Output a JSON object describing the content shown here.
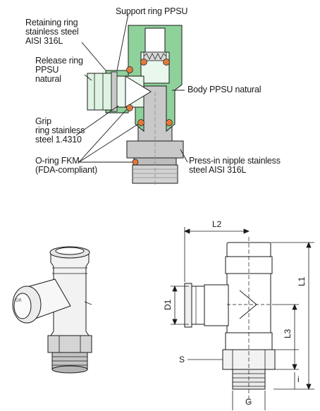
{
  "labels": {
    "support_ring": "Support ring PPSU",
    "retaining_ring": "Retaining ring\nstainless steel\nAISI 316L",
    "release_ring": "Release ring\nPPSU\nnatural",
    "body": "Body PPSU natural",
    "grip_ring": "Grip\nring stainless\nsteel 1.4310",
    "o_ring": "O-ring FKM\n(FDA-compliant)",
    "nipple": "Press-in nipple stainless\nsteel AISI 316L"
  },
  "dimensions": {
    "l2": "L2",
    "l1": "L1",
    "d1": "D1",
    "l3": "L3",
    "s": "S",
    "i": "i",
    "g": "G"
  },
  "colors": {
    "body": "#8fd19a",
    "body_dark": "#4e9e5c",
    "metal": "#c9c9c9",
    "metal_dark": "#8a8a8a",
    "oring": "#e07a3c",
    "line": "#1a1a1a"
  }
}
